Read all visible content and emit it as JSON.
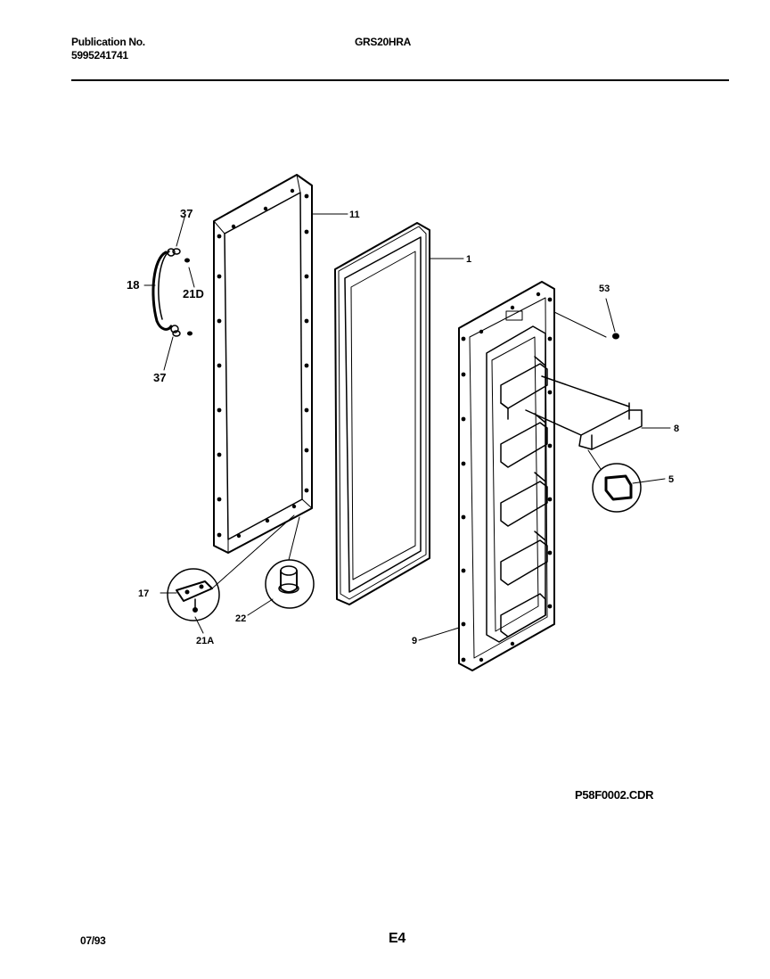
{
  "header": {
    "publication_label": "Publication No.",
    "publication_number": "5995241741",
    "model": "GRS20HRA"
  },
  "callouts": {
    "handle_screw_top": "37",
    "handle_screw_bottom": "37",
    "handle": "18",
    "screw_21d": "21D",
    "liner_11": "11",
    "gasket_1": "1",
    "screw_53": "53",
    "shelf_8": "8",
    "retainer_5": "5",
    "door_panel_9": "9",
    "hinge_17": "17",
    "screw_21a": "21A",
    "stop_22": "22"
  },
  "drawing_code": "P58F0002.CDR",
  "footer": {
    "date": "07/93",
    "page": "E4"
  }
}
